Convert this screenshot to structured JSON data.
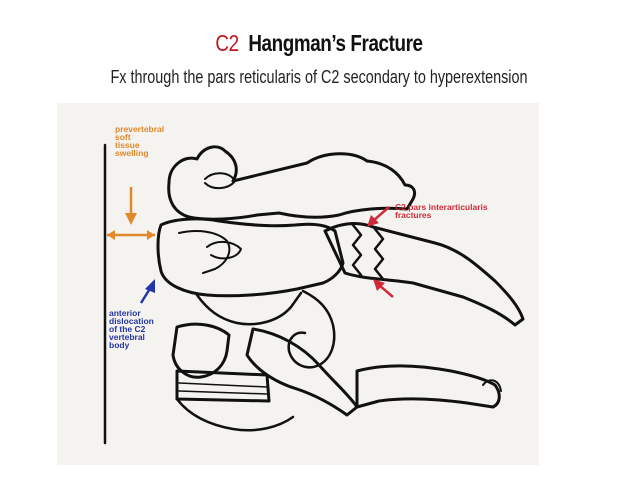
{
  "header": {
    "title_prefix": "C2",
    "title_main": "Hangman’s Fracture",
    "subtitle": "Fx through the pars reticularis of C2 secondary to hyperextension"
  },
  "figure": {
    "labels": {
      "prevertebral": "prevertebral\nsoft\ntissue\nswelling",
      "pars": "C2 pars interarticularis\nfractures",
      "dislocation": "anterior\ndislocation\nof the C2\nvertebral\nbody"
    },
    "colors": {
      "orange": "#e0882a",
      "red": "#d02a3a",
      "blue": "#2335a8",
      "ink": "#111111"
    }
  }
}
